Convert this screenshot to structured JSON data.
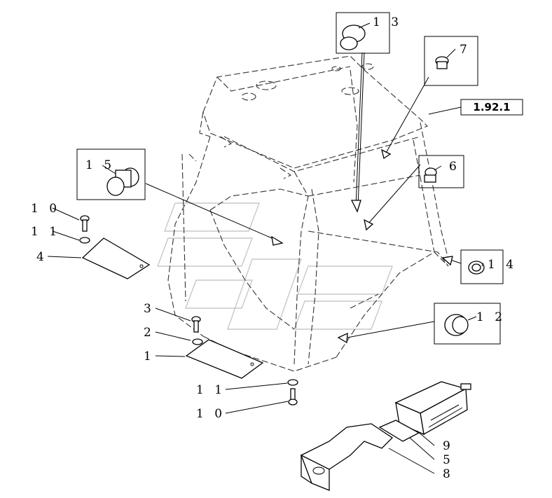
{
  "callouts": [
    {
      "id": "c13",
      "text": "1 3"
    },
    {
      "id": "c7",
      "text": "7"
    },
    {
      "id": "c15",
      "text": "1 5"
    },
    {
      "id": "c6",
      "text": "6"
    },
    {
      "id": "c14",
      "text": "1 4"
    },
    {
      "id": "c12",
      "text": "1 2"
    },
    {
      "id": "c10a",
      "text": "1 0"
    },
    {
      "id": "c11a",
      "text": "1 1"
    },
    {
      "id": "c4",
      "text": "4"
    },
    {
      "id": "c3",
      "text": "3"
    },
    {
      "id": "c2",
      "text": "2"
    },
    {
      "id": "c1",
      "text": "1"
    },
    {
      "id": "c11b",
      "text": "1 1"
    },
    {
      "id": "c10b",
      "text": "1 0"
    },
    {
      "id": "c9",
      "text": "9"
    },
    {
      "id": "c5",
      "text": "5"
    },
    {
      "id": "c8",
      "text": "8"
    }
  ],
  "reference": {
    "text": "1.92.1"
  }
}
